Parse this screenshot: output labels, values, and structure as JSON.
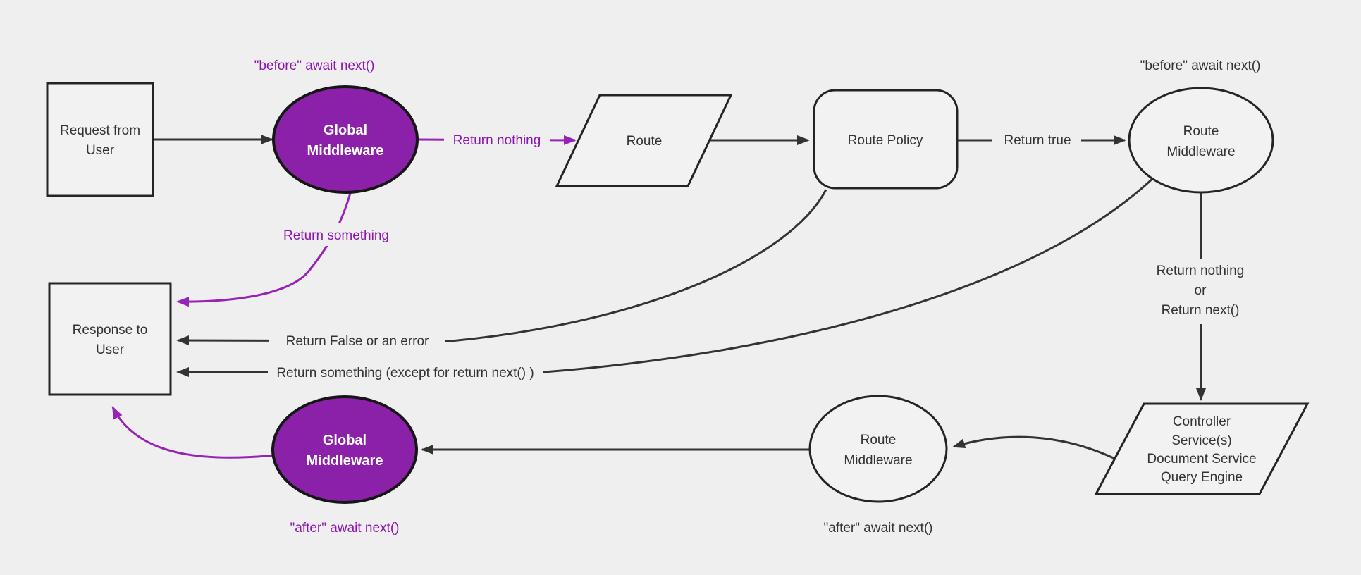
{
  "diagram": {
    "title": "Strapi request / middleware flow diagram",
    "colors": {
      "background": "#efefef",
      "node_fill": "#f2f2f2",
      "node_border": "#242424",
      "purple_node_fill": "#8b21a8",
      "purple_node_border": "#161616",
      "black_edge": "#333333",
      "purple_edge": "#9722b5",
      "purple_label_text": "#8e14b2",
      "black_label_text": "#333333",
      "white_node_text": "#ffffff"
    }
  },
  "nodes": {
    "request": {
      "line1": "Request from",
      "line2": "User"
    },
    "global_mw_top": {
      "line1": "Global",
      "line2": "Middleware"
    },
    "route": {
      "label": "Route"
    },
    "route_policy": {
      "label": "Route Policy"
    },
    "route_mw_top": {
      "line1": "Route",
      "line2": "Middleware"
    },
    "controller": {
      "line1": "Controller",
      "line2": "Service(s)",
      "line3": "Document Service",
      "line4": "Query Engine"
    },
    "route_mw_bottom": {
      "line1": "Route",
      "line2": "Middleware"
    },
    "global_mw_bottom": {
      "line1": "Global",
      "line2": "Middleware"
    },
    "response": {
      "line1": "Response to",
      "line2": "User"
    }
  },
  "labels": {
    "before_await_top": "\"before\" await next()",
    "before_await_right": "\"before\" await next()",
    "return_nothing": "Return nothing",
    "return_true": "Return true",
    "return_nothing_or_1": "Return nothing",
    "return_nothing_or_2": "or",
    "return_nothing_or_3": "Return next()",
    "after_await_right": "\"after\" await next()",
    "after_await_left": "\"after\" await next()",
    "return_something": "Return something",
    "return_false": "Return False or an error",
    "return_something_except": "Return something (except for return next() )"
  }
}
